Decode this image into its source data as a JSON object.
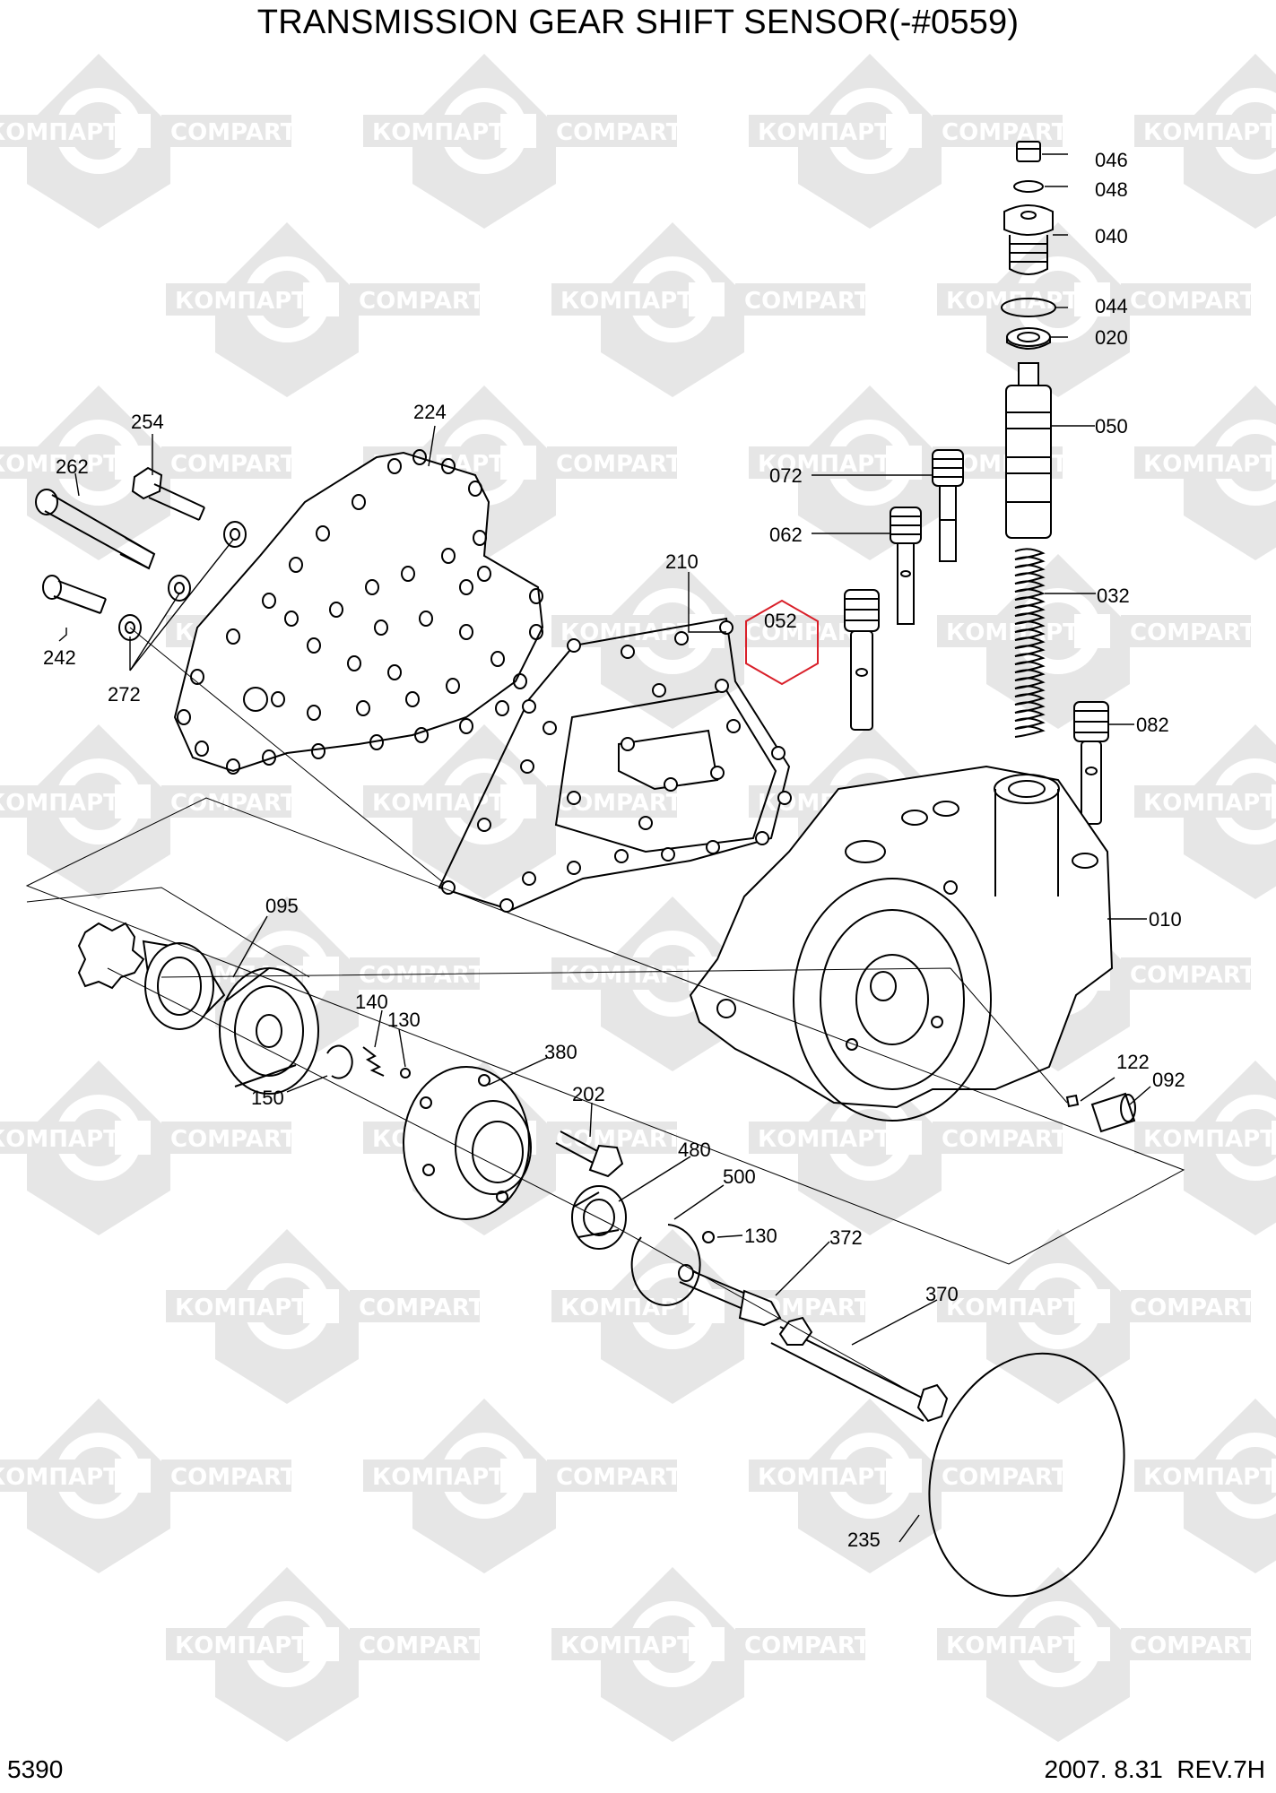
{
  "title": "TRANSMISSION GEAR SHIFT SENSOR(-#0559)",
  "footer": {
    "page_number": "5390",
    "date": "2007.  8.31",
    "revision": "REV.7H"
  },
  "watermark": {
    "text_a": "КОМПАРТ",
    "text_b": "COMPART",
    "color": "#e6e6e6"
  },
  "highlight_color": "#d9202a",
  "parts": {
    "p010": "010",
    "p020": "020",
    "p032": "032",
    "p040": "040",
    "p044": "044",
    "p046": "046",
    "p048": "048",
    "p050": "050",
    "p052": "052",
    "p062": "062",
    "p072": "072",
    "p082": "082",
    "p092": "092",
    "p095": "095",
    "p122": "122",
    "p130a": "130",
    "p130b": "130",
    "p140": "140",
    "p150": "150",
    "p202": "202",
    "p210": "210",
    "p224": "224",
    "p235": "235",
    "p242": "242",
    "p254": "254",
    "p262": "262",
    "p272": "272",
    "p370": "370",
    "p372": "372",
    "p380": "380",
    "p480": "480",
    "p500": "500"
  }
}
